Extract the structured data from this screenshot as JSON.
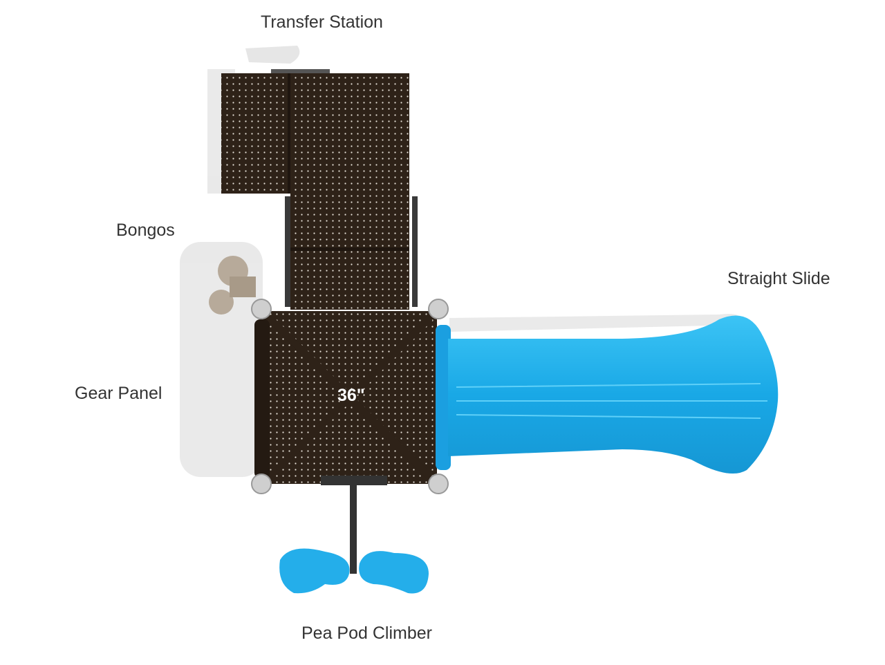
{
  "labels": {
    "transfer_station": "Transfer Station",
    "bongos": "Bongos",
    "straight_slide": "Straight Slide",
    "gear_panel": "Gear Panel",
    "pea_pod_climber": "Pea Pod Climber"
  },
  "deck_height": "36\"",
  "colors": {
    "panel_brown": "#2e2218",
    "slide_blue": "#1aa9e8",
    "climber_blue": "#24aeea",
    "post_gray": "#cfcfcf"
  }
}
